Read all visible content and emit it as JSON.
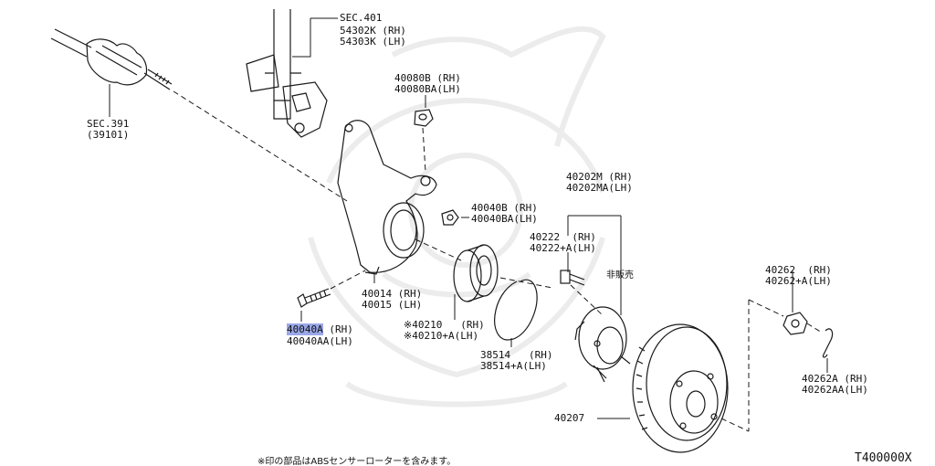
{
  "labels": {
    "sec401": "SEC.401",
    "l54302k": "54302K (RH)",
    "l54303k": "54303K (LH)",
    "l40080b": "40080B (RH)",
    "l40080ba": "40080BA(LH)",
    "sec391": "SEC.391",
    "l39101": "(39101)",
    "l40040b": "40040B (RH)",
    "l40040ba": "40040BA(LH)",
    "l40202m": "40202M (RH)",
    "l40202ma": "40202MA(LH)",
    "l40222": "40222  (RH)",
    "l40222a": "40222+A(LH)",
    "hihanbai": "非販売",
    "l40262": "40262  (RH)",
    "l40262a": "40262+A(LH)",
    "l40014": "40014 (RH)",
    "l40015": "40015 (LH)",
    "l40040a_part": "40040A",
    "l40040a_rh": " (RH)",
    "l40040aa": "40040AA(LH)",
    "l40210": "※40210   (RH)",
    "l40210a": "※40210+A(LH)",
    "l38514": "38514   (RH)",
    "l38514a": "38514+A(LH)",
    "l40262a2": "40262A (RH)",
    "l40262aa": "40262AA(LH)",
    "l40207": "40207"
  },
  "footnote": "※印の部品はABSセンサーローターを含みます。",
  "diagram_code": "T400000X",
  "colors": {
    "line": "#1a1a1a",
    "highlight": "#9aa8e8",
    "watermark": "#ececec"
  }
}
